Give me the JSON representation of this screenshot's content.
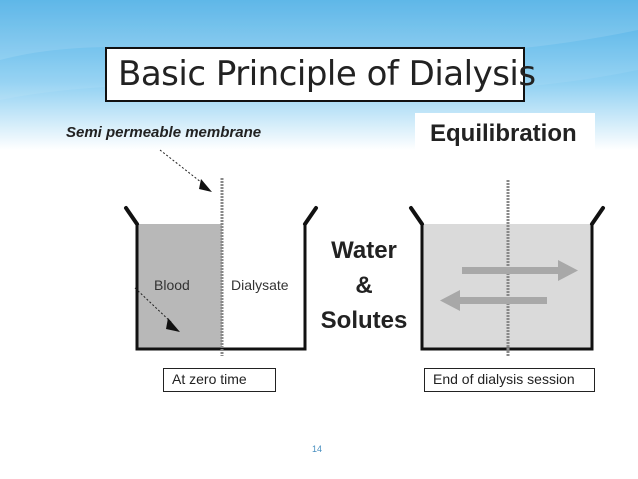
{
  "slide": {
    "title": "Basic Principle of Dialysis",
    "membrane_label": "Semi permeable membrane",
    "equilibration_label": "Equilibration",
    "blood_label": "Blood",
    "dialysate_label": "Dialysate",
    "center_line1": "Water",
    "center_line2": "&",
    "center_line3": "Solutes",
    "caption_left": "At zero time",
    "caption_right": "End of dialysis session",
    "page_number": "14"
  },
  "colors": {
    "sky_top": "#3aa7e4",
    "sky_bottom": "#ffffff",
    "blood_fill": "#b8b8b8",
    "tank_fill": "#dadada",
    "arrow_fill": "#a8a8a8"
  }
}
